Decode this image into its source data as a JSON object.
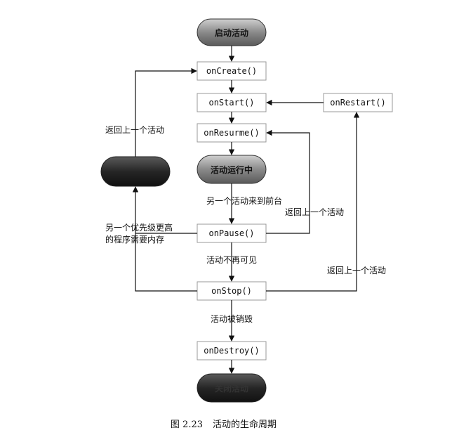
{
  "diagram": {
    "start_pill": "启动活动",
    "running_pill": "活动运行中",
    "end_pill": "关闭活动",
    "killed_pill": "",
    "methods": {
      "onCreate": "onCreate()",
      "onStart": "onStart()",
      "onResume": "onResurme()",
      "onPause": "onPause()",
      "onStop": "onStop()",
      "onDestroy": "onDestroy()",
      "onRestart": "onRestart()"
    },
    "labels": {
      "return_left": "返回上一个活动",
      "other_to_front": "另一个活动来到前台",
      "return_mid": "返回上一个活动",
      "priority_line1": "另一个优先级更高",
      "priority_line2": "的程序需要内存",
      "no_longer_visible": "活动不再可见",
      "return_right": "返回上一个活动",
      "destroyed": "活动被销毁"
    },
    "caption_num": "图 2.23",
    "caption_text": "活动的生命周期"
  }
}
